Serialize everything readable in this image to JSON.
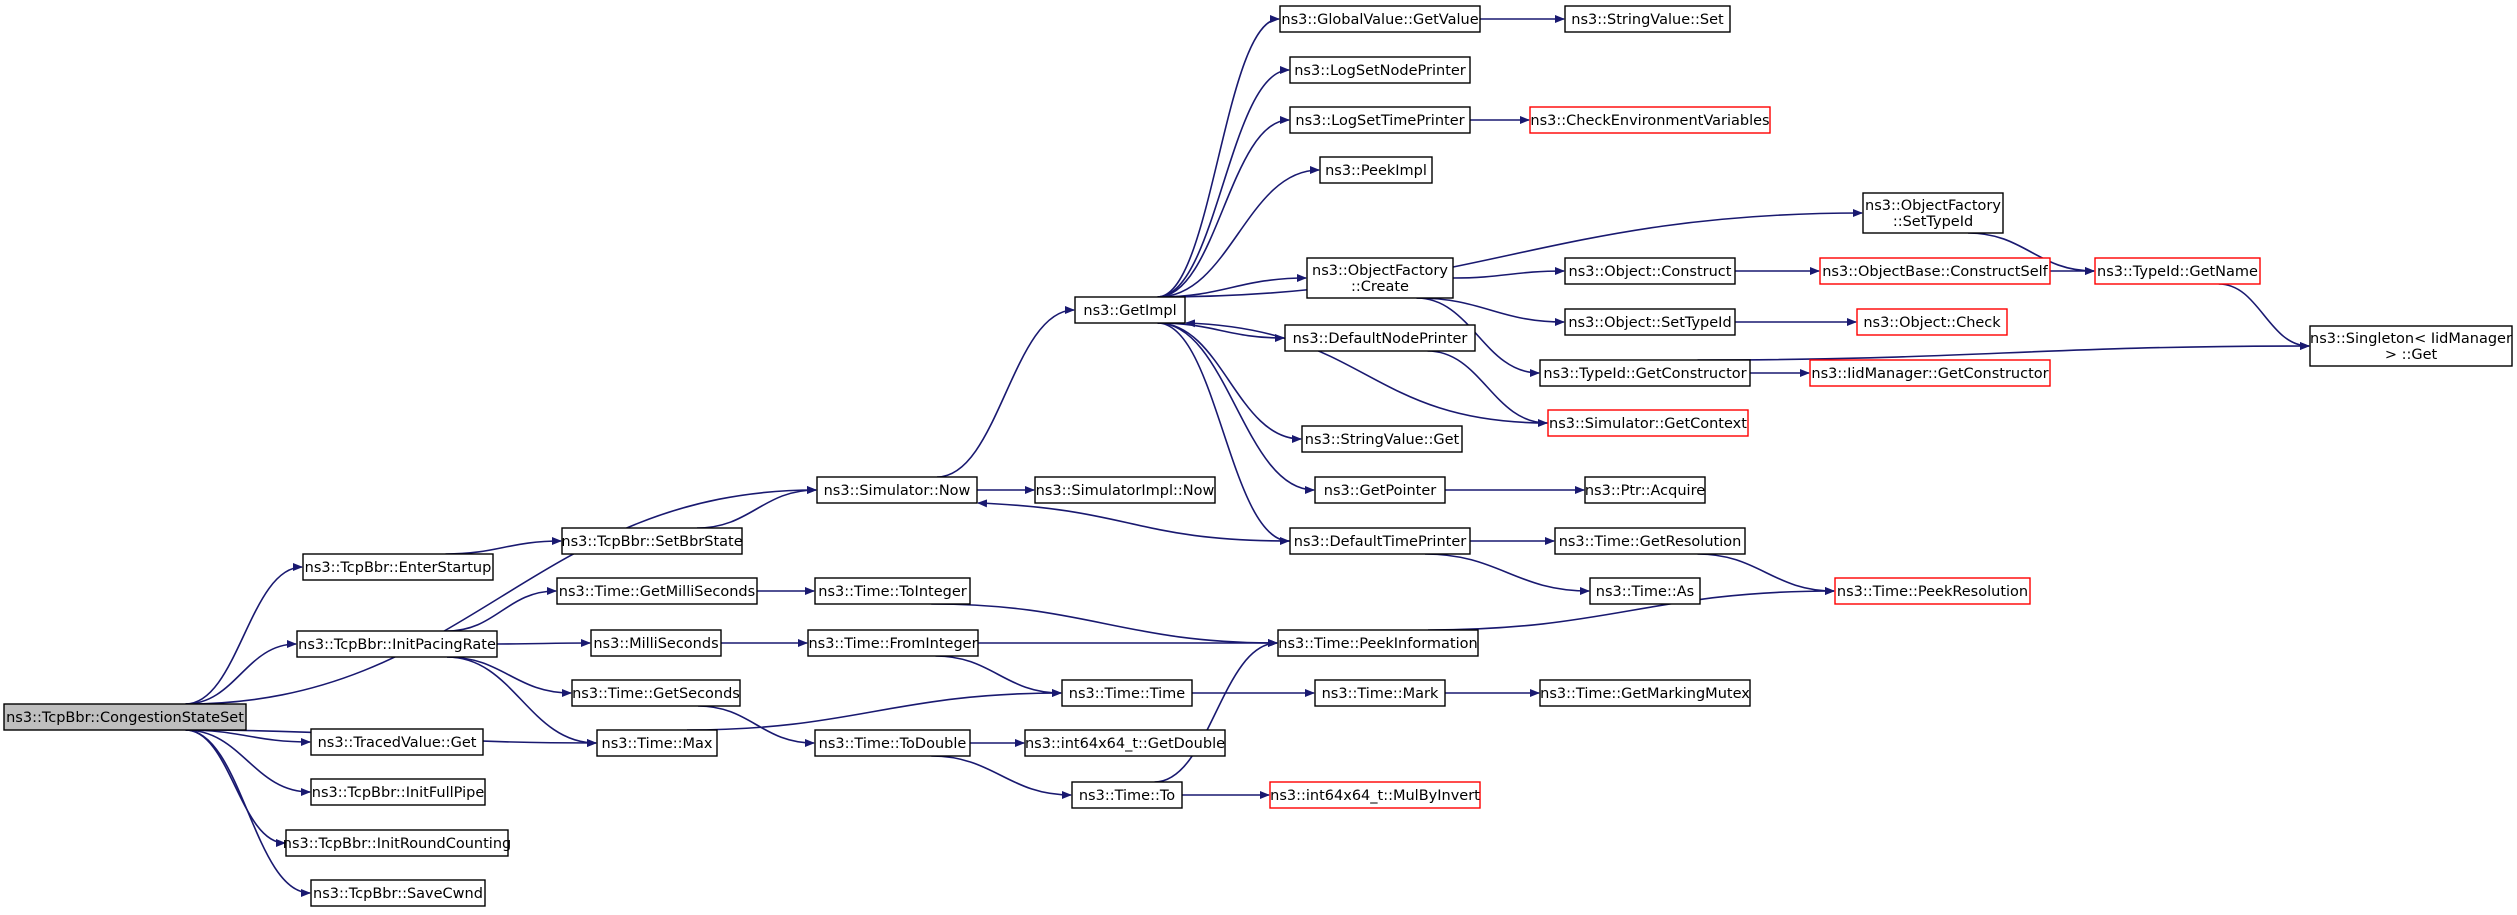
{
  "colors": {
    "edge": "#191970",
    "node_border": "#000000",
    "truncated_border": "#ff0000",
    "root_fill": "#bfbfbf",
    "node_fill": "#ffffff"
  },
  "nodes": [
    {
      "id": "root",
      "lines": [
        "ns3::TcpBbr::CongestionStateSet"
      ],
      "kind": "root"
    },
    {
      "id": "enterStartup",
      "lines": [
        "ns3::TcpBbr::EnterStartup"
      ],
      "kind": "normal"
    },
    {
      "id": "initPacing",
      "lines": [
        "ns3::TcpBbr::InitPacingRate"
      ],
      "kind": "normal"
    },
    {
      "id": "tracedGet",
      "lines": [
        "ns3::TracedValue::Get"
      ],
      "kind": "normal"
    },
    {
      "id": "initFullPipe",
      "lines": [
        "ns3::TcpBbr::InitFullPipe"
      ],
      "kind": "normal"
    },
    {
      "id": "initRound",
      "lines": [
        "ns3::TcpBbr::InitRoundCounting"
      ],
      "kind": "normal"
    },
    {
      "id": "saveCwnd",
      "lines": [
        "ns3::TcpBbr::SaveCwnd"
      ],
      "kind": "normal"
    },
    {
      "id": "setBbrState",
      "lines": [
        "ns3::TcpBbr::SetBbrState"
      ],
      "kind": "normal"
    },
    {
      "id": "getMilli",
      "lines": [
        "ns3::Time::GetMilliSeconds"
      ],
      "kind": "normal"
    },
    {
      "id": "milli",
      "lines": [
        "ns3::MilliSeconds"
      ],
      "kind": "normal"
    },
    {
      "id": "getSeconds",
      "lines": [
        "ns3::Time::GetSeconds"
      ],
      "kind": "normal"
    },
    {
      "id": "timeMax",
      "lines": [
        "ns3::Time::Max"
      ],
      "kind": "normal"
    },
    {
      "id": "simNow",
      "lines": [
        "ns3::Simulator::Now"
      ],
      "kind": "normal"
    },
    {
      "id": "toInteger",
      "lines": [
        "ns3::Time::ToInteger"
      ],
      "kind": "normal"
    },
    {
      "id": "fromInteger",
      "lines": [
        "ns3::Time::FromInteger"
      ],
      "kind": "normal"
    },
    {
      "id": "toDouble",
      "lines": [
        "ns3::Time::ToDouble"
      ],
      "kind": "normal"
    },
    {
      "id": "getImpl",
      "lines": [
        "ns3::GetImpl"
      ],
      "kind": "normal"
    },
    {
      "id": "simImplNow",
      "lines": [
        "ns3::SimulatorImpl::Now"
      ],
      "kind": "normal"
    },
    {
      "id": "timeTime",
      "lines": [
        "ns3::Time::Time"
      ],
      "kind": "normal"
    },
    {
      "id": "int64GetDouble",
      "lines": [
        "ns3::int64x64_t::GetDouble"
      ],
      "kind": "normal"
    },
    {
      "id": "timeTo",
      "lines": [
        "ns3::Time::To"
      ],
      "kind": "normal"
    },
    {
      "id": "gvGetValue",
      "lines": [
        "ns3::GlobalValue::GetValue"
      ],
      "kind": "normal"
    },
    {
      "id": "logNode",
      "lines": [
        "ns3::LogSetNodePrinter"
      ],
      "kind": "normal"
    },
    {
      "id": "logTime",
      "lines": [
        "ns3::LogSetTimePrinter"
      ],
      "kind": "normal"
    },
    {
      "id": "peekImpl",
      "lines": [
        "ns3::PeekImpl"
      ],
      "kind": "normal"
    },
    {
      "id": "ofCreate",
      "lines": [
        "ns3::ObjectFactory",
        "::Create"
      ],
      "kind": "normal"
    },
    {
      "id": "defNodePrinter",
      "lines": [
        "ns3::DefaultNodePrinter"
      ],
      "kind": "normal"
    },
    {
      "id": "svGet",
      "lines": [
        "ns3::StringValue::Get"
      ],
      "kind": "normal"
    },
    {
      "id": "getPointer",
      "lines": [
        "ns3::GetPointer"
      ],
      "kind": "normal"
    },
    {
      "id": "defTimePrinter",
      "lines": [
        "ns3::DefaultTimePrinter"
      ],
      "kind": "normal"
    },
    {
      "id": "peekInfo",
      "lines": [
        "ns3::Time::PeekInformation"
      ],
      "kind": "normal"
    },
    {
      "id": "timeMark",
      "lines": [
        "ns3::Time::Mark"
      ],
      "kind": "normal"
    },
    {
      "id": "svSet",
      "lines": [
        "ns3::StringValue::Set"
      ],
      "kind": "normal"
    },
    {
      "id": "checkEnv",
      "lines": [
        "ns3::CheckEnvironmentVariables"
      ],
      "kind": "truncated"
    },
    {
      "id": "ofSetTypeId",
      "lines": [
        "ns3::ObjectFactory",
        "::SetTypeId"
      ],
      "kind": "normal"
    },
    {
      "id": "objConstruct",
      "lines": [
        "ns3::Object::Construct"
      ],
      "kind": "normal"
    },
    {
      "id": "objSetTypeId",
      "lines": [
        "ns3::Object::SetTypeId"
      ],
      "kind": "normal"
    },
    {
      "id": "typeIdGetCtor",
      "lines": [
        "ns3::TypeId::GetConstructor"
      ],
      "kind": "normal"
    },
    {
      "id": "simGetContext",
      "lines": [
        "ns3::Simulator::GetContext"
      ],
      "kind": "truncated"
    },
    {
      "id": "ptrAcquire",
      "lines": [
        "ns3::Ptr::Acquire"
      ],
      "kind": "normal"
    },
    {
      "id": "getResolution",
      "lines": [
        "ns3::Time::GetResolution"
      ],
      "kind": "normal"
    },
    {
      "id": "timeAs",
      "lines": [
        "ns3::Time::As"
      ],
      "kind": "normal"
    },
    {
      "id": "getMarkingMutex",
      "lines": [
        "ns3::Time::GetMarkingMutex"
      ],
      "kind": "normal"
    },
    {
      "id": "mulByInvert",
      "lines": [
        "ns3::int64x64_t::MulByInvert"
      ],
      "kind": "truncated"
    },
    {
      "id": "obConstructSelf",
      "lines": [
        "ns3::ObjectBase::ConstructSelf"
      ],
      "kind": "truncated"
    },
    {
      "id": "objCheck",
      "lines": [
        "ns3::Object::Check"
      ],
      "kind": "truncated"
    },
    {
      "id": "iidGetCtor",
      "lines": [
        "ns3::IidManager::GetConstructor"
      ],
      "kind": "truncated"
    },
    {
      "id": "peekResolution",
      "lines": [
        "ns3::Time::PeekResolution"
      ],
      "kind": "truncated"
    },
    {
      "id": "typeIdGetName",
      "lines": [
        "ns3::TypeId::GetName"
      ],
      "kind": "truncated"
    },
    {
      "id": "singletonGet",
      "lines": [
        "ns3::Singleton< IidManager",
        "> ::Get"
      ],
      "kind": "normal"
    }
  ]
}
